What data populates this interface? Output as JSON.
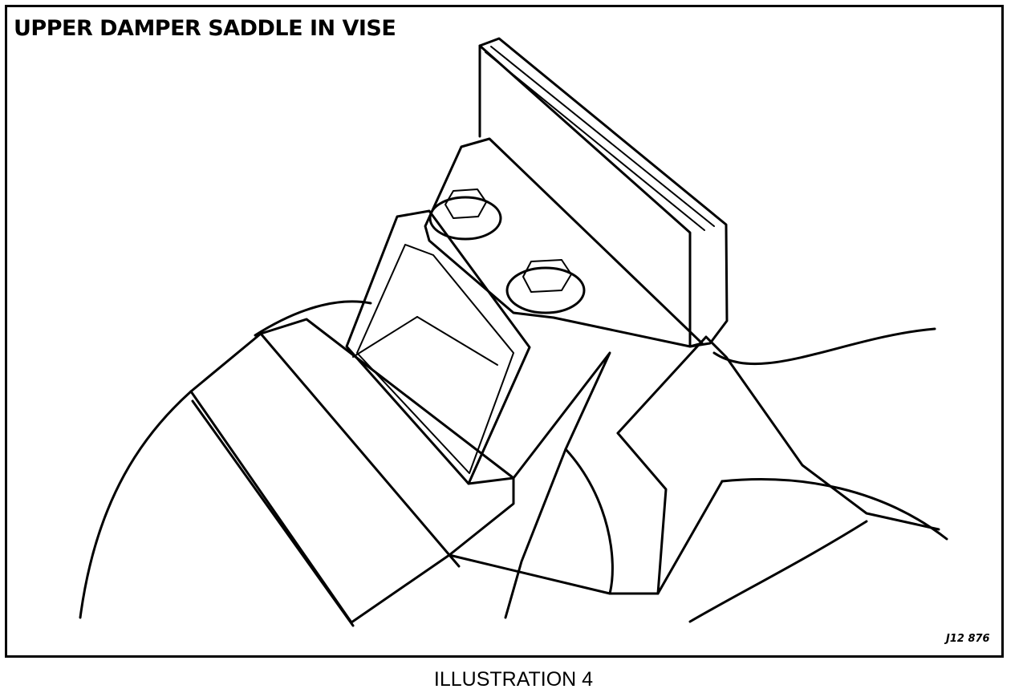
{
  "illustration": {
    "title": "UPPER DAMPER SADDLE IN VISE",
    "figure_code": "J12 876",
    "caption": "ILLUSTRATION 4"
  }
}
